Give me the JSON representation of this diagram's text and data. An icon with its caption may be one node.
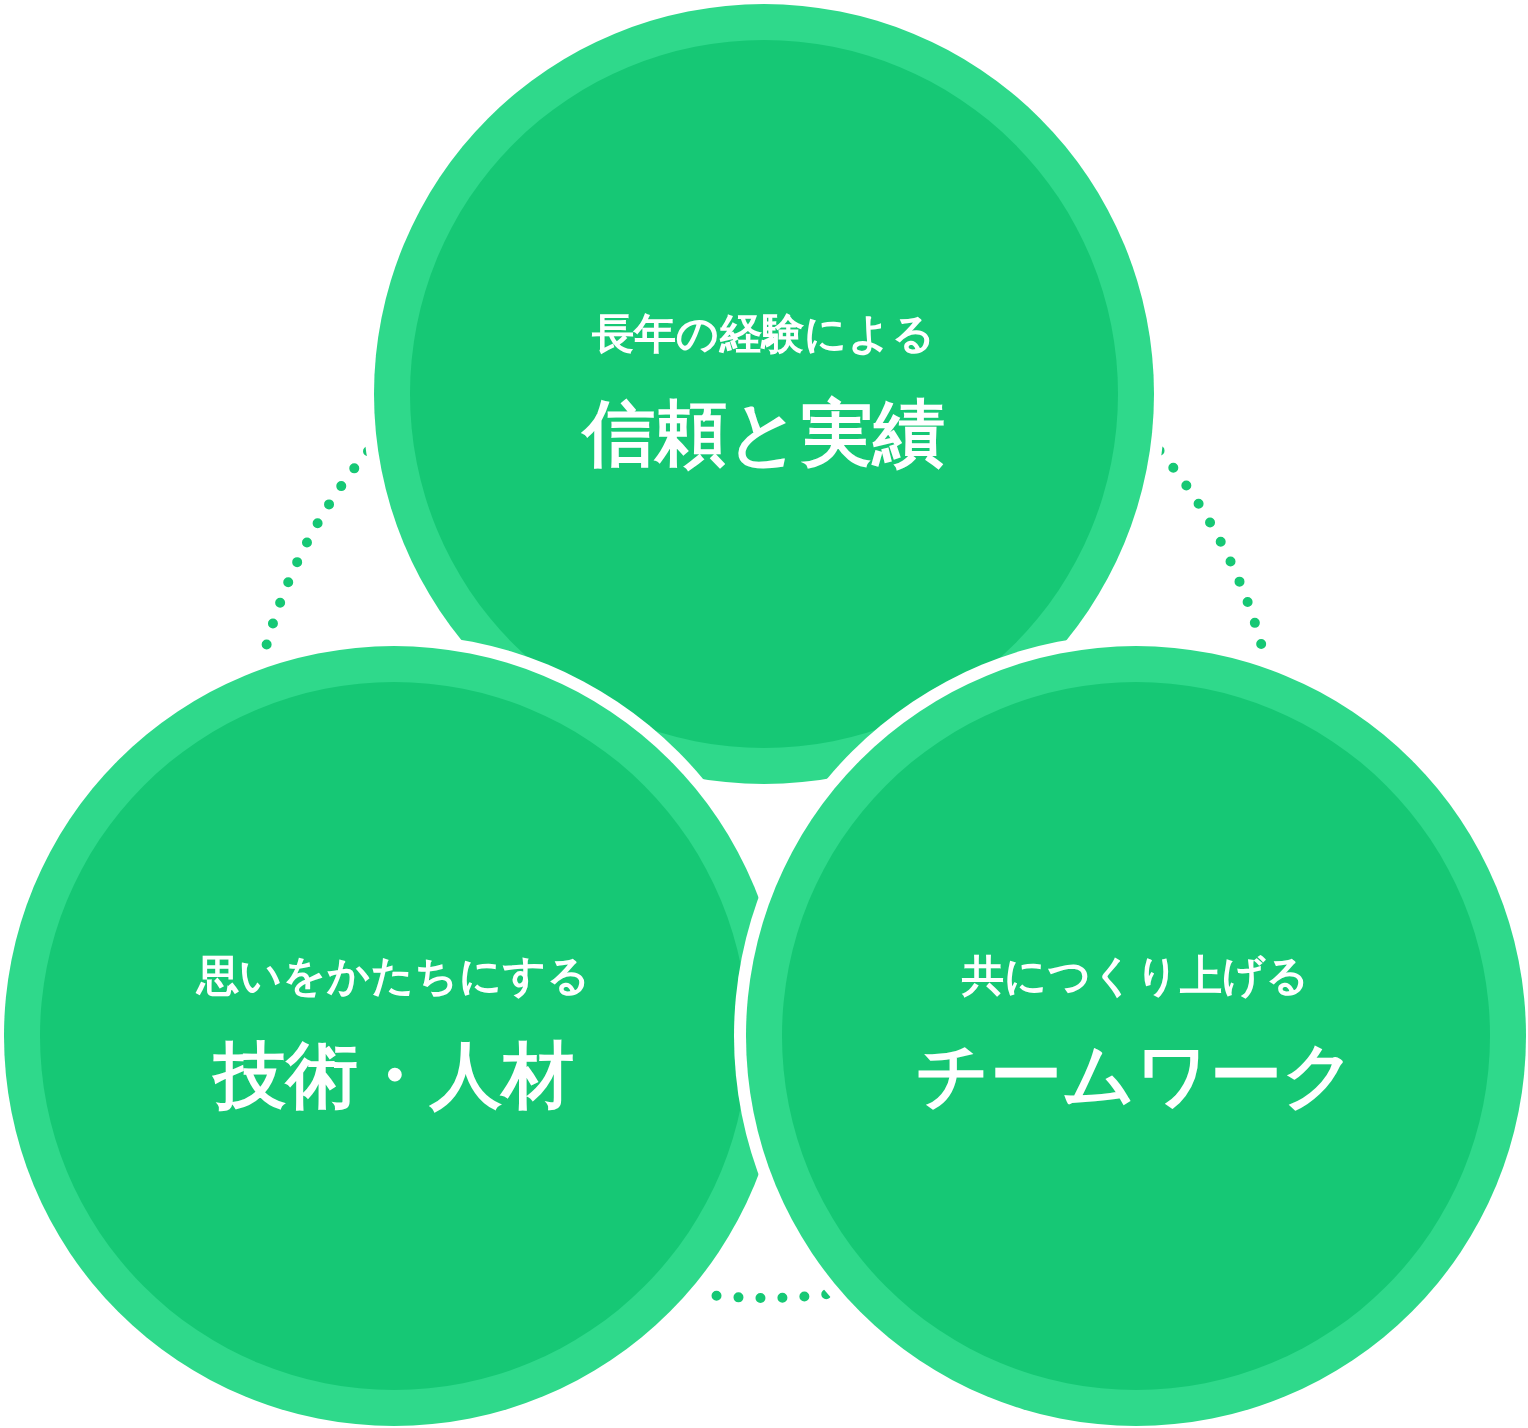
{
  "diagram": {
    "nodes": [
      {
        "text": [
          "長年の経験による",
          "信頼と実績"
        ]
      },
      {
        "text": [
          "思いをかたちにする",
          "技術・人材"
        ]
      },
      {
        "text": [
          "共につくり上げる",
          "チームワーク"
        ]
      }
    ]
  }
}
